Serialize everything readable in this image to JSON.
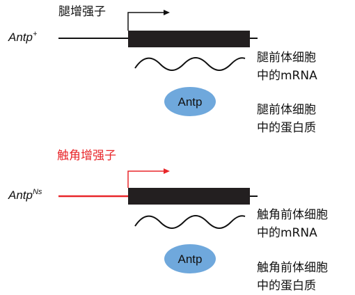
{
  "top": {
    "enhancer": "腿增强子",
    "gene_name": "Antp",
    "gene_sup": "+",
    "mrna_label_1": "腿前体细胞",
    "mrna_label_2": "中的mRNA",
    "protein": "Antp",
    "protein_label_1": "腿前体细胞",
    "protein_label_2": "中的蛋白质"
  },
  "bottom": {
    "enhancer": "触角增强子",
    "gene_name": "Antp",
    "gene_sup": "Ns",
    "mrna_label_1": "触角前体细胞",
    "mrna_label_2": "中的mRNA",
    "protein": "Antp",
    "protein_label_1": "触角前体细胞",
    "protein_label_2": "中的蛋白质"
  },
  "colors": {
    "enhancer_bottom": "#e8262a",
    "gene_block": "#231f20",
    "protein_fill": "#6fa8dc"
  }
}
